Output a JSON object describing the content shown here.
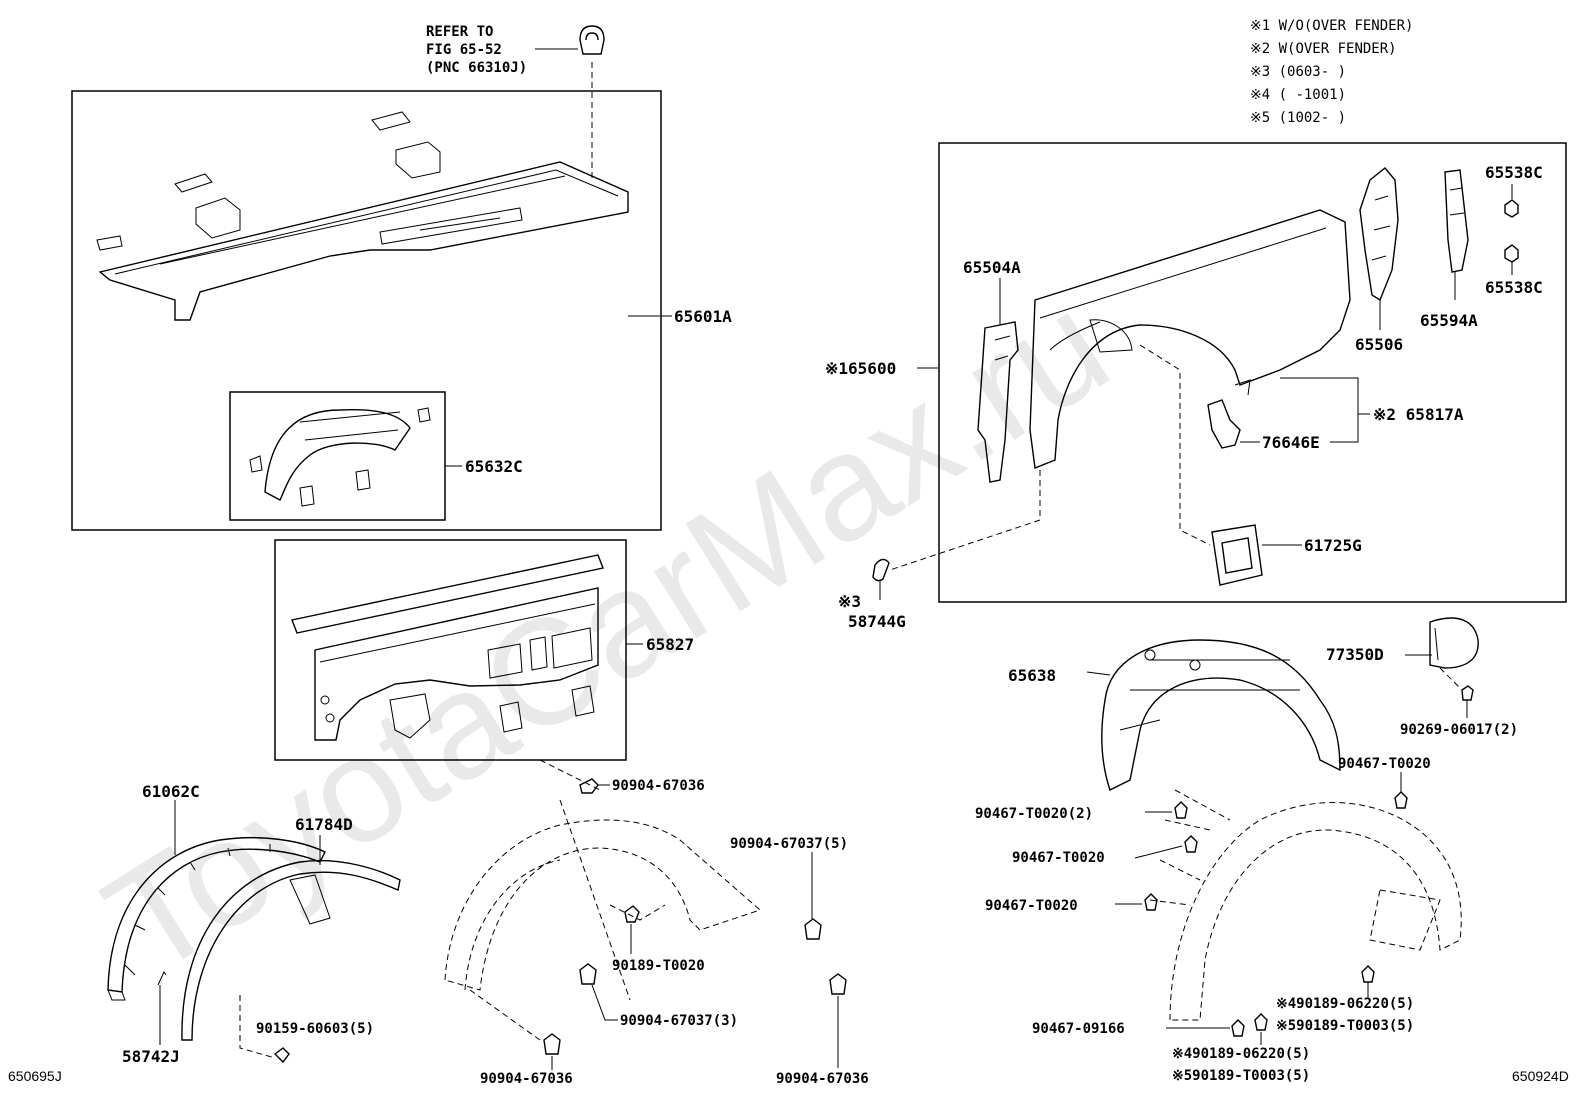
{
  "watermark": "ToyotaCarMax.ru",
  "corner_codes": {
    "left": "650695J",
    "right": "650924D"
  },
  "notes": [
    "※1 W/O(OVER FENDER)",
    "※2 W(OVER FENDER)",
    "※3 (0603-     )",
    "※4 (     -1001)",
    "※5 (1002-     )"
  ],
  "refer": [
    "REFER TO",
    "FIG 65-52",
    "(PNC 66310J)"
  ],
  "labels": {
    "p65601A": "65601A",
    "p65632C": "65632C",
    "p65827": "65827",
    "p61062C": "61062C",
    "p61784D": "61784D",
    "p58742J": "58742J",
    "p90159": "90159-60603(5)",
    "p90904_67036_top": "90904-67036",
    "p90904_67037_5": "90904-67037(5)",
    "p90189_T0020": "90189-T0020",
    "p90904_67037_3": "90904-67037(3)",
    "p90904_67036_bl": "90904-67036",
    "p90904_67036_br": "90904-67036",
    "p165600": "※165600",
    "p65504A": "65504A",
    "p65506": "65506",
    "p65594A": "65594A",
    "p65538C_a": "65538C",
    "p65538C_b": "65538C",
    "p65817A": "※2 65817A",
    "p76646E": "76646E",
    "p61725G": "61725G",
    "p58744G_mark": "※3",
    "p58744G": "58744G",
    "p77350D": "77350D",
    "p90269": "90269-06017(2)",
    "p65638": "65638",
    "p90467_T0020_r": "90467-T0020",
    "p90467_T0020_2": "90467-T0020(2)",
    "p90467_T0020_a": "90467-T0020",
    "p90467_T0020_b": "90467-T0020",
    "p90467_09166": "90467-09166",
    "p490189_a": "※490189-06220(5)",
    "p590189_a": "※590189-T0003(5)",
    "p490189_b": "※490189-06220(5)",
    "p590189_b": "※590189-T0003(5)"
  }
}
